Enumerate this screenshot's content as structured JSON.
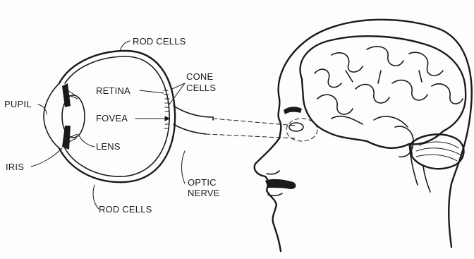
{
  "labels": {
    "rod_cells_top": "ROD CELLS",
    "cone_cells_line1": "CONE",
    "cone_cells_line2": "CELLS",
    "retina": "RETINA",
    "pupil": "PUPIL",
    "fovea": "FOVEA",
    "lens": "LENS",
    "iris": "IRIS",
    "optic_line1": "OPTIC",
    "optic_line2": "NERVE",
    "rod_cells_bottom": "ROD CELLS"
  }
}
